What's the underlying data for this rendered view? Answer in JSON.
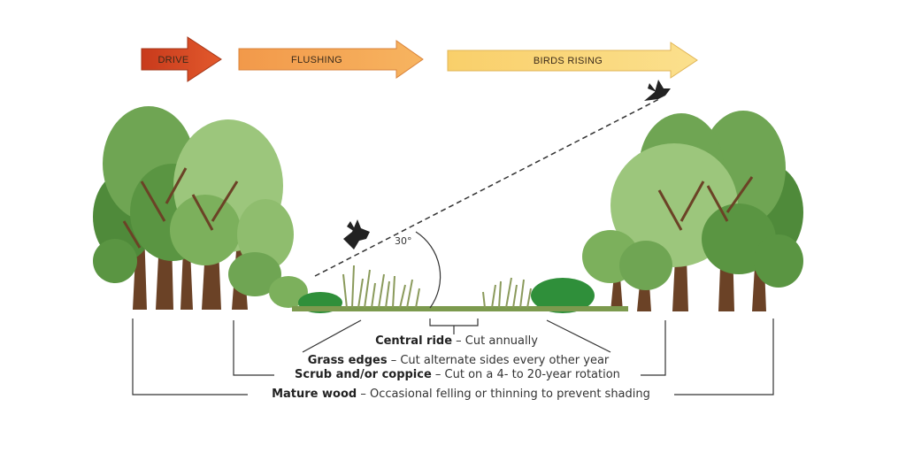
{
  "arrows": [
    {
      "label": "DRIVE",
      "fill_start": "#c83a1c",
      "fill_end": "#e2592c"
    },
    {
      "label": "FLUSHING",
      "fill_start": "#f2994a",
      "fill_end": "#f7b460"
    },
    {
      "label": "BIRDS RISING",
      "fill_start": "#f9cf6a",
      "fill_end": "#fbe08d"
    }
  ],
  "angle_label": "30°",
  "zones": [
    {
      "name": "Central ride",
      "desc": " – Cut annually"
    },
    {
      "name": "Grass edges",
      "desc": " – Cut alternate sides every other year"
    },
    {
      "name": "Scrub and/or coppice",
      "desc": " – Cut on a 4- to 20-year rotation"
    },
    {
      "name": "Mature wood",
      "desc": " – Occasional felling or thinning to prevent shading"
    }
  ],
  "colors": {
    "tree_dark": "#4f8a3a",
    "tree_mid": "#6fa553",
    "tree_light": "#9cc67c",
    "trunk": "#6b4226",
    "shrub": "#2f8f3a",
    "grass": "#8a9a5b",
    "line": "#333333"
  }
}
